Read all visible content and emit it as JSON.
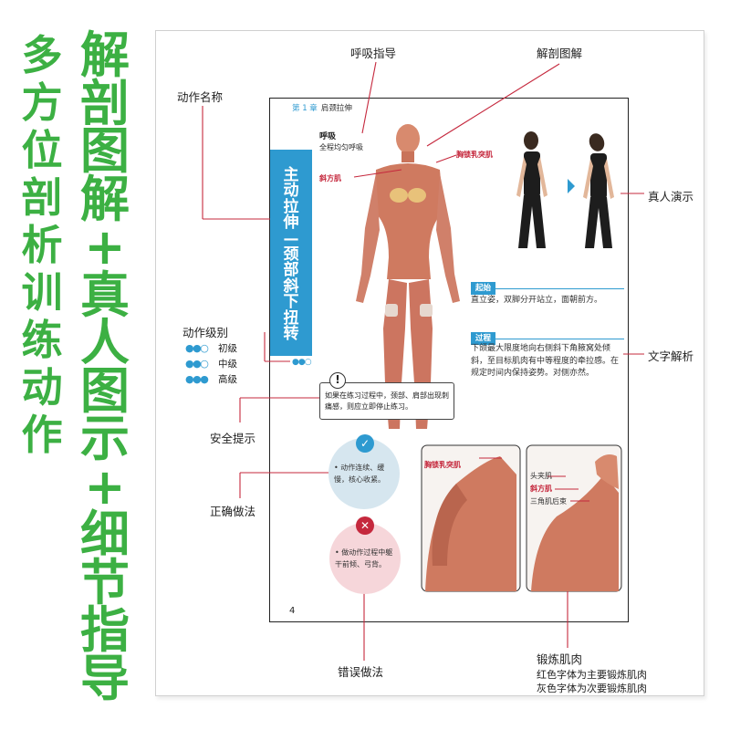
{
  "banner": {
    "col1": [
      "多",
      "方",
      "位",
      "剖",
      "析",
      "训",
      "练",
      "动",
      "作"
    ],
    "col2": [
      "解",
      "剖",
      "图",
      "解",
      "+",
      "真",
      "人",
      "图",
      "示",
      "+",
      "细",
      "节",
      "指",
      "导"
    ]
  },
  "page": {
    "chapter": "第 1 章",
    "section": "肩颈拉伸",
    "breath_title": "呼吸",
    "breath_desc": "全程均匀呼吸",
    "exercise_title": [
      "主",
      "动",
      "拉",
      "伸",
      "—",
      "颈",
      "部",
      "斜",
      "下",
      "扭",
      "转"
    ],
    "level_dots": "●●○",
    "warning_icon": "!",
    "warning": "如果在练习过程中，颈部、肩部出现刺痛感，则应立即停止练习。",
    "correct_icon": "✓",
    "correct": "• 动作连续、缓慢，核心收紧。",
    "wrong_icon": "✕",
    "wrong": "• 做动作过程中躯干前倾、弓背。",
    "page_number": "4",
    "start_label": "起始",
    "start_text": "直立姿，双脚分开站立，面朝前方。",
    "process_label": "过程",
    "process_text": "下颌最大限度地向右侧斜下角腋窝处倾斜，至目标肌肉有中等程度的牵拉感。在规定时间内保持姿势。对侧亦然。",
    "muscles": {
      "sternocleidomastoid": "胸锁乳突肌",
      "trapezius": "斜方肌",
      "splenius": "头夹肌",
      "posterior_deltoid": "三角肌后束"
    }
  },
  "callouts": {
    "breathing": "呼吸指导",
    "anatomy": "解剖图解",
    "action_name": "动作名称",
    "real_person": "真人演示",
    "action_level": "动作级别",
    "levels": [
      {
        "dots": "●●○",
        "label": "初级"
      },
      {
        "dots": "●●○",
        "label": "中级"
      },
      {
        "dots": "●●●",
        "label": "高级"
      }
    ],
    "text_analysis": "文字解析",
    "safety": "安全提示",
    "correct": "正确做法",
    "wrong": "错误做法",
    "muscles_title": "锻炼肌肉",
    "muscles_note_1": "红色字体为主要锻炼肌肉",
    "muscles_note_2": "灰色字体为次要锻炼肌肉"
  },
  "colors": {
    "banner_green": "#3cb043",
    "accent_blue": "#2e9ad0",
    "muscle_red": "#c5283d"
  }
}
